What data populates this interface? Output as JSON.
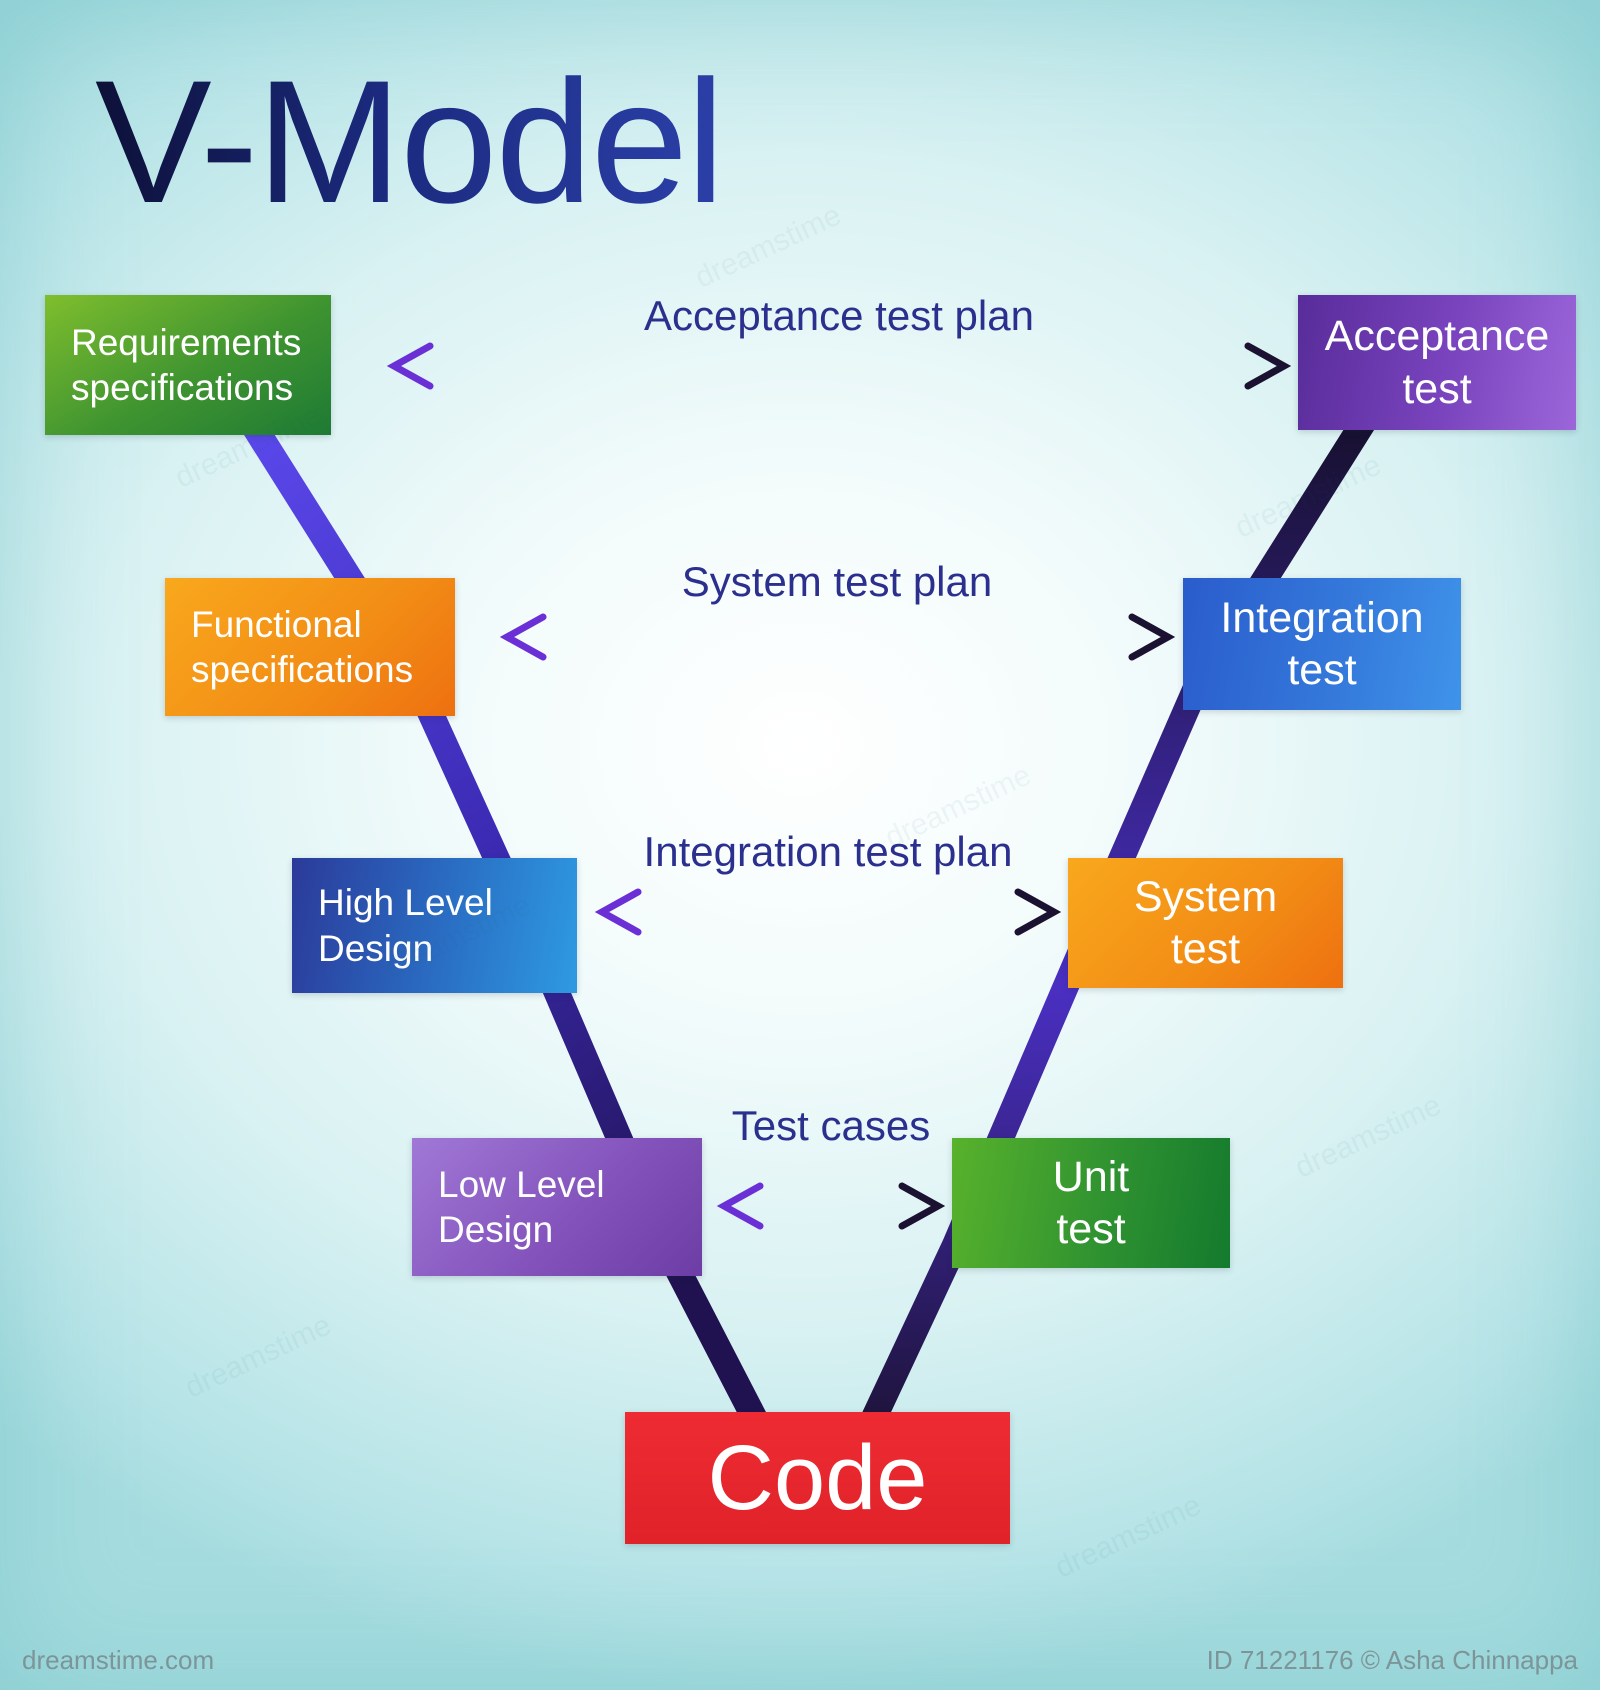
{
  "title": "V-Model",
  "boxes": {
    "left": [
      {
        "name": "requirements-specifications",
        "line1": "Requirements",
        "line2": "specifications",
        "color_from": "#7fbe2e",
        "color_to": "#1e7a34"
      },
      {
        "name": "functional-specifications",
        "line1": "Functional",
        "line2": "specifications",
        "color_from": "#f9a81d",
        "color_to": "#ee7010"
      },
      {
        "name": "high-level-design",
        "line1": "High Level",
        "line2": "Design",
        "color_from": "#2b3a9a",
        "color_to": "#2e9ae2"
      },
      {
        "name": "low-level-design",
        "line1": "Low Level",
        "line2": "Design",
        "color_from": "#a078d6",
        "color_to": "#6d3da6"
      }
    ],
    "right": [
      {
        "name": "acceptance-test",
        "line1": "Acceptance",
        "line2": "test",
        "color_from": "#582c9a",
        "color_to": "#9c66da"
      },
      {
        "name": "integration-test",
        "line1": "Integration",
        "line2": "test",
        "color_from": "#2a5ccc",
        "color_to": "#3f93ea"
      },
      {
        "name": "system-test",
        "line1": "System",
        "line2": "test",
        "color_from": "#f9a81d",
        "color_to": "#ee7010"
      },
      {
        "name": "unit-test",
        "line1": "Unit",
        "line2": "test",
        "color_from": "#58b22c",
        "color_to": "#147a2e"
      }
    ],
    "code": {
      "label": "Code",
      "color": "#e8262d"
    }
  },
  "arrows": [
    {
      "label": "Acceptance test plan"
    },
    {
      "label": "System test plan"
    },
    {
      "label": "Integration test plan"
    },
    {
      "label": "Test cases"
    }
  ],
  "colors": {
    "label_text": "#2b2f8e",
    "arrow_head_left": "#6b2fd6",
    "arrow_head_right": "#1a1230",
    "connector_left": "#5b48ec",
    "connector_right": "#4a2fc2",
    "background": "#cdeef0"
  },
  "watermark": {
    "bottom_left": "dreamstime.com",
    "bottom_right": "ID 71221176 © Asha Chinnappa",
    "tile": "dreamstime"
  }
}
